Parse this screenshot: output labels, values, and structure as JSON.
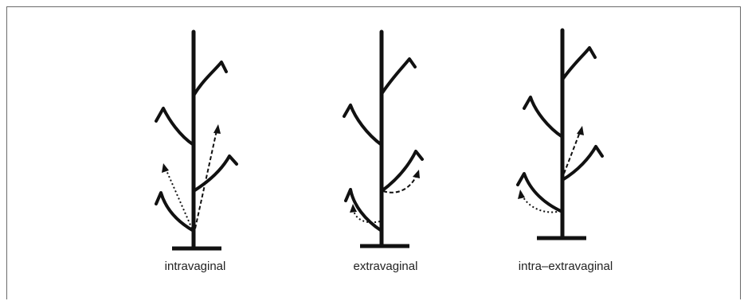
{
  "figure": {
    "panels": [
      {
        "id": "intravaginal",
        "label": "intravaginal"
      },
      {
        "id": "extravaginal",
        "label": "extravaginal"
      },
      {
        "id": "intra-extravaginal",
        "label": "intra–extravaginal"
      }
    ]
  }
}
